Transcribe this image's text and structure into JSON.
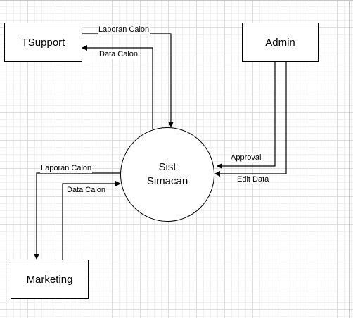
{
  "diagram": {
    "process": {
      "line1": "Sist",
      "line2": "Simacan"
    },
    "entities": {
      "tsupport": "TSupport",
      "admin": "Admin",
      "marketing": "Marketing"
    },
    "flows": {
      "tsupport_to_sist": "Laporan Calon",
      "sist_to_tsupport": "Data Calon",
      "admin_approval": "Approval",
      "admin_edit_data": "Edit Data",
      "sist_to_marketing": "Laporan Calon",
      "marketing_to_sist": "Data Calon"
    },
    "colors": {
      "stroke": "#000000",
      "grid": "#dcdcdc",
      "background": "#ffffff"
    }
  }
}
